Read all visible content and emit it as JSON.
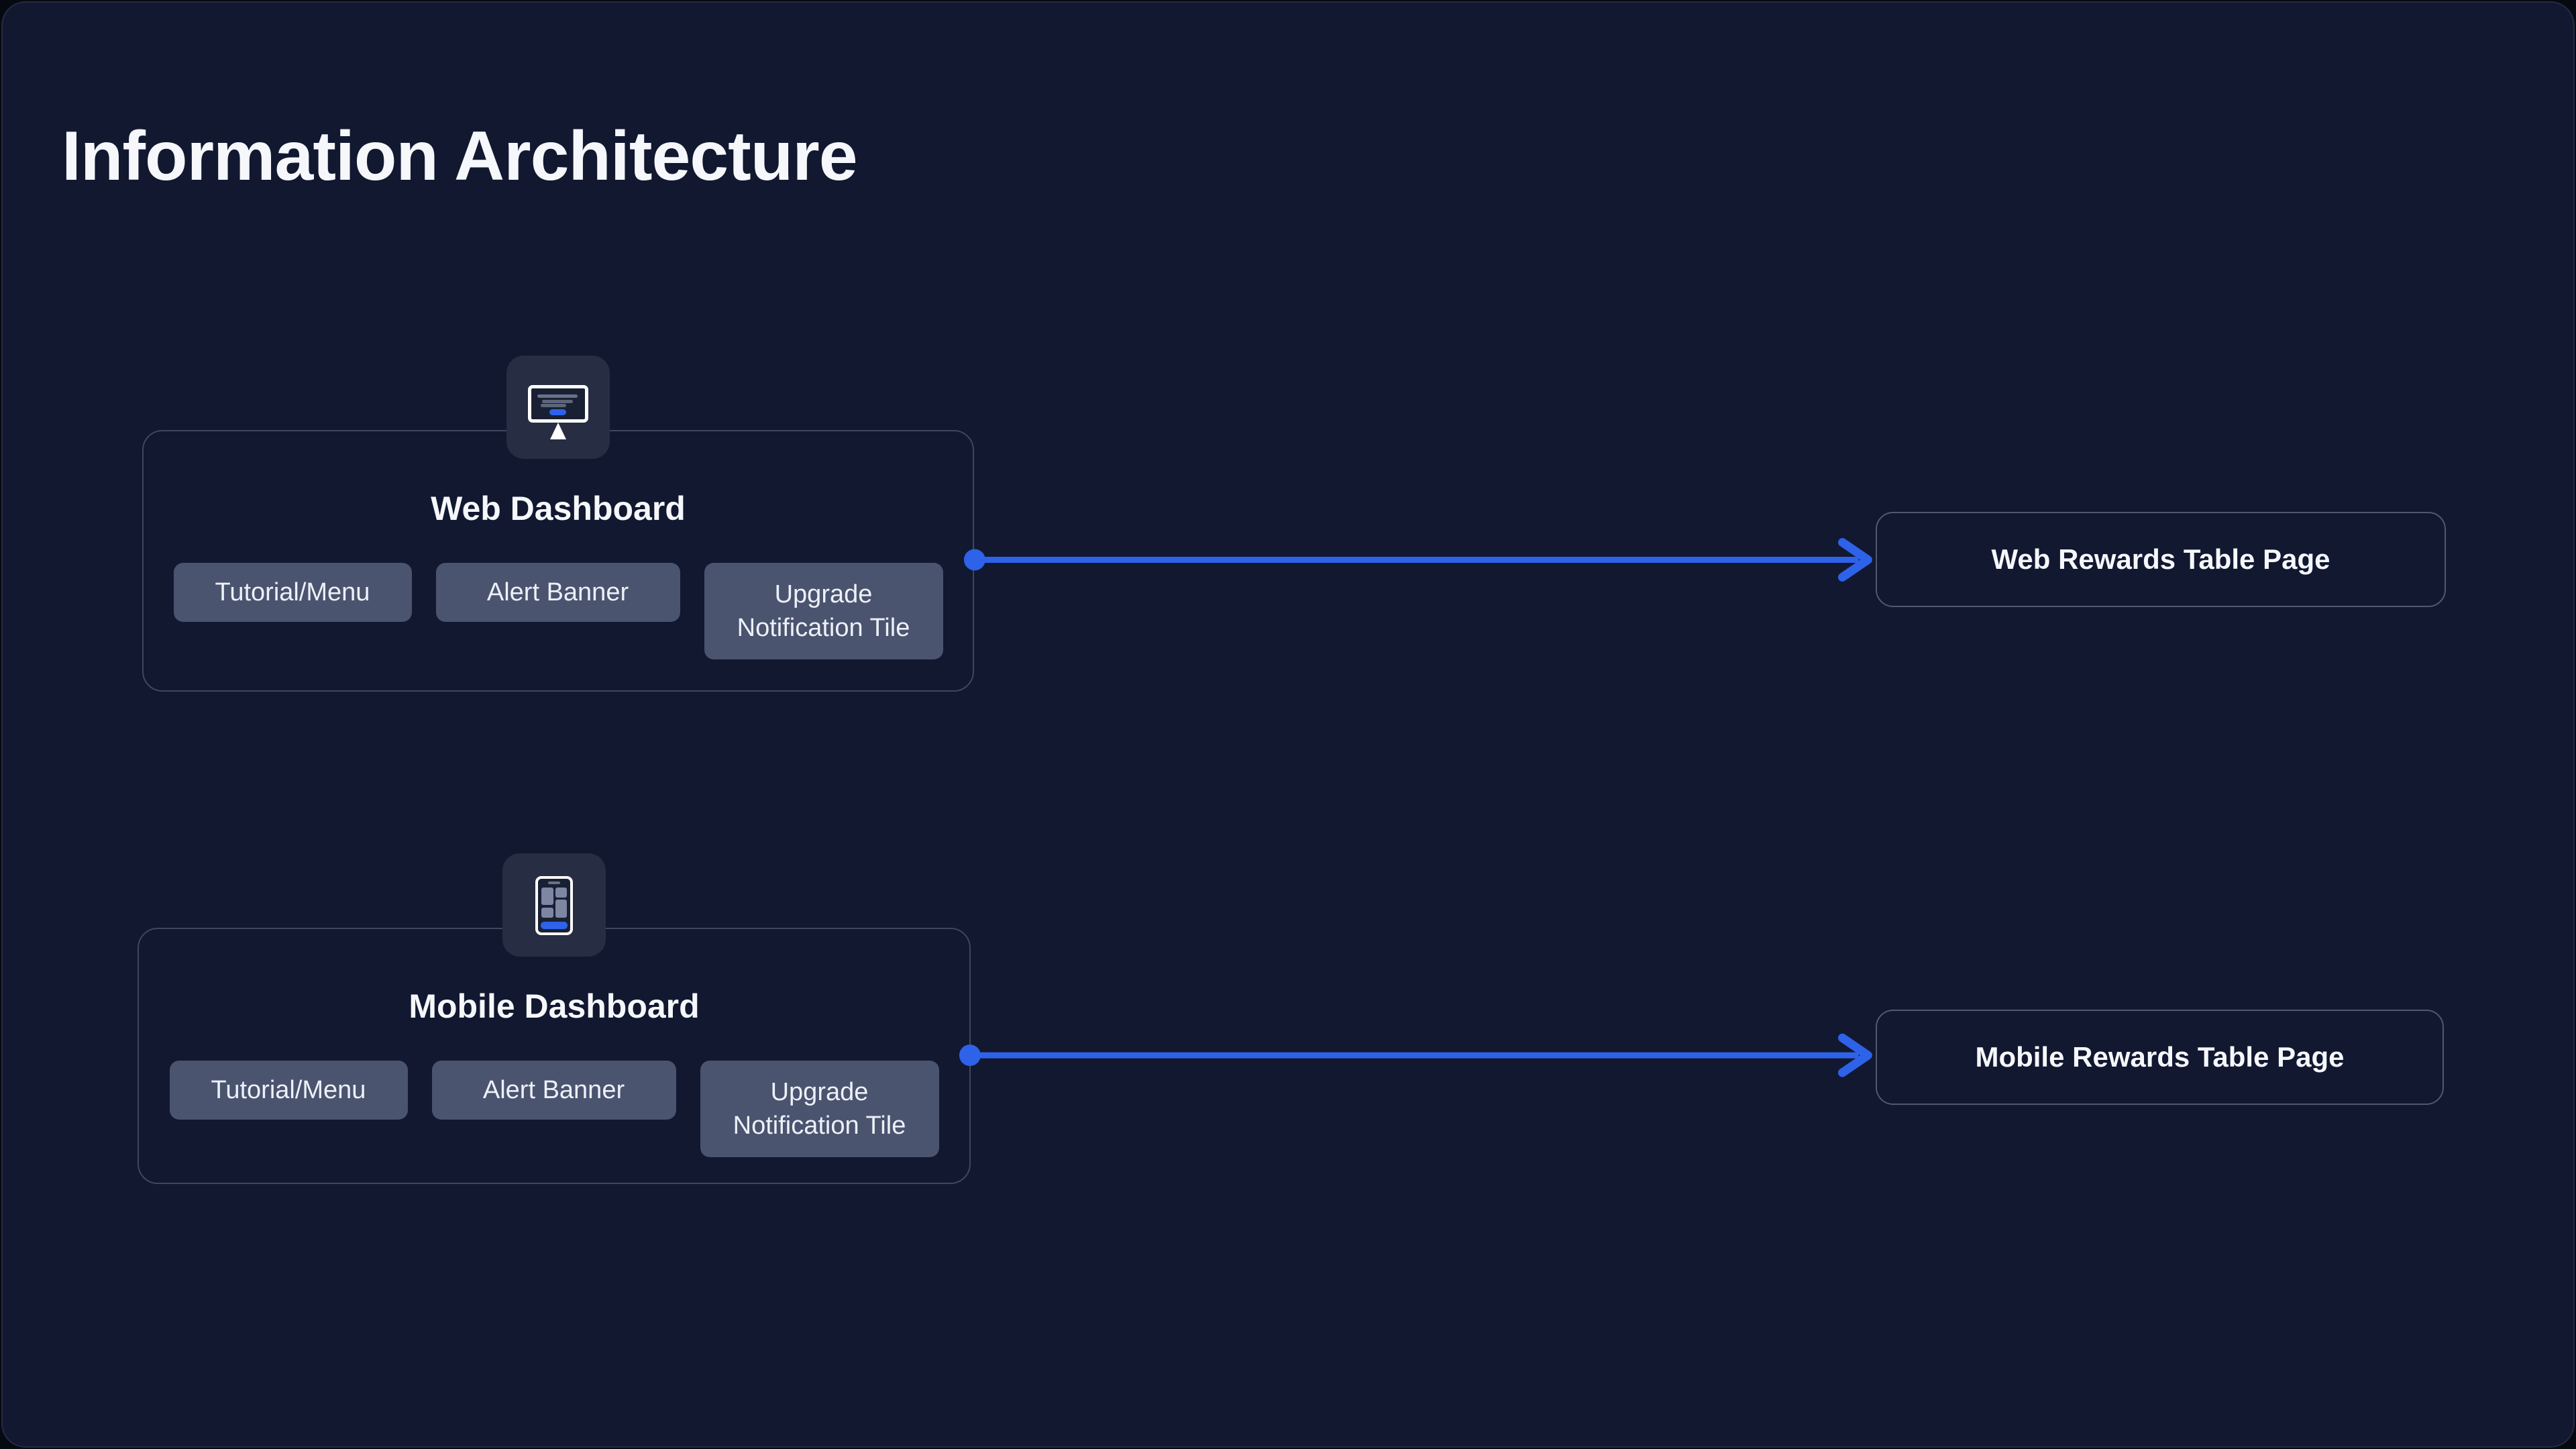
{
  "page": {
    "title": "Information Architecture"
  },
  "colors": {
    "outer": "#060910",
    "background": "#111830",
    "card_border": "rgba(160,172,198,0.32)",
    "target_border": "rgba(170,180,205,0.42)",
    "accent_blue": "#2d62e9",
    "chip_bg": "#4a546f",
    "chip_text": "#edf0f7",
    "icon_tile_bg": "#272d42",
    "icon_screen_bg": "#1a2033",
    "icon_line_gray": "#6a7288",
    "phone_tile_gray": "#7d86a3",
    "text_white": "#f5f7fb"
  },
  "nodes": {
    "web": {
      "title": "Web Dashboard",
      "icon": "desktop-monitor-icon",
      "chips": [
        "Tutorial/Menu",
        "Alert Banner",
        "Upgrade Notification Tile"
      ],
      "target": "Web Rewards Table Page"
    },
    "mobile": {
      "title": "Mobile Dashboard",
      "icon": "mobile-phone-icon",
      "chips": [
        "Tutorial/Menu",
        "Alert Banner",
        "Upgrade Notification Tile"
      ],
      "target": "Mobile Rewards Table Page"
    }
  }
}
